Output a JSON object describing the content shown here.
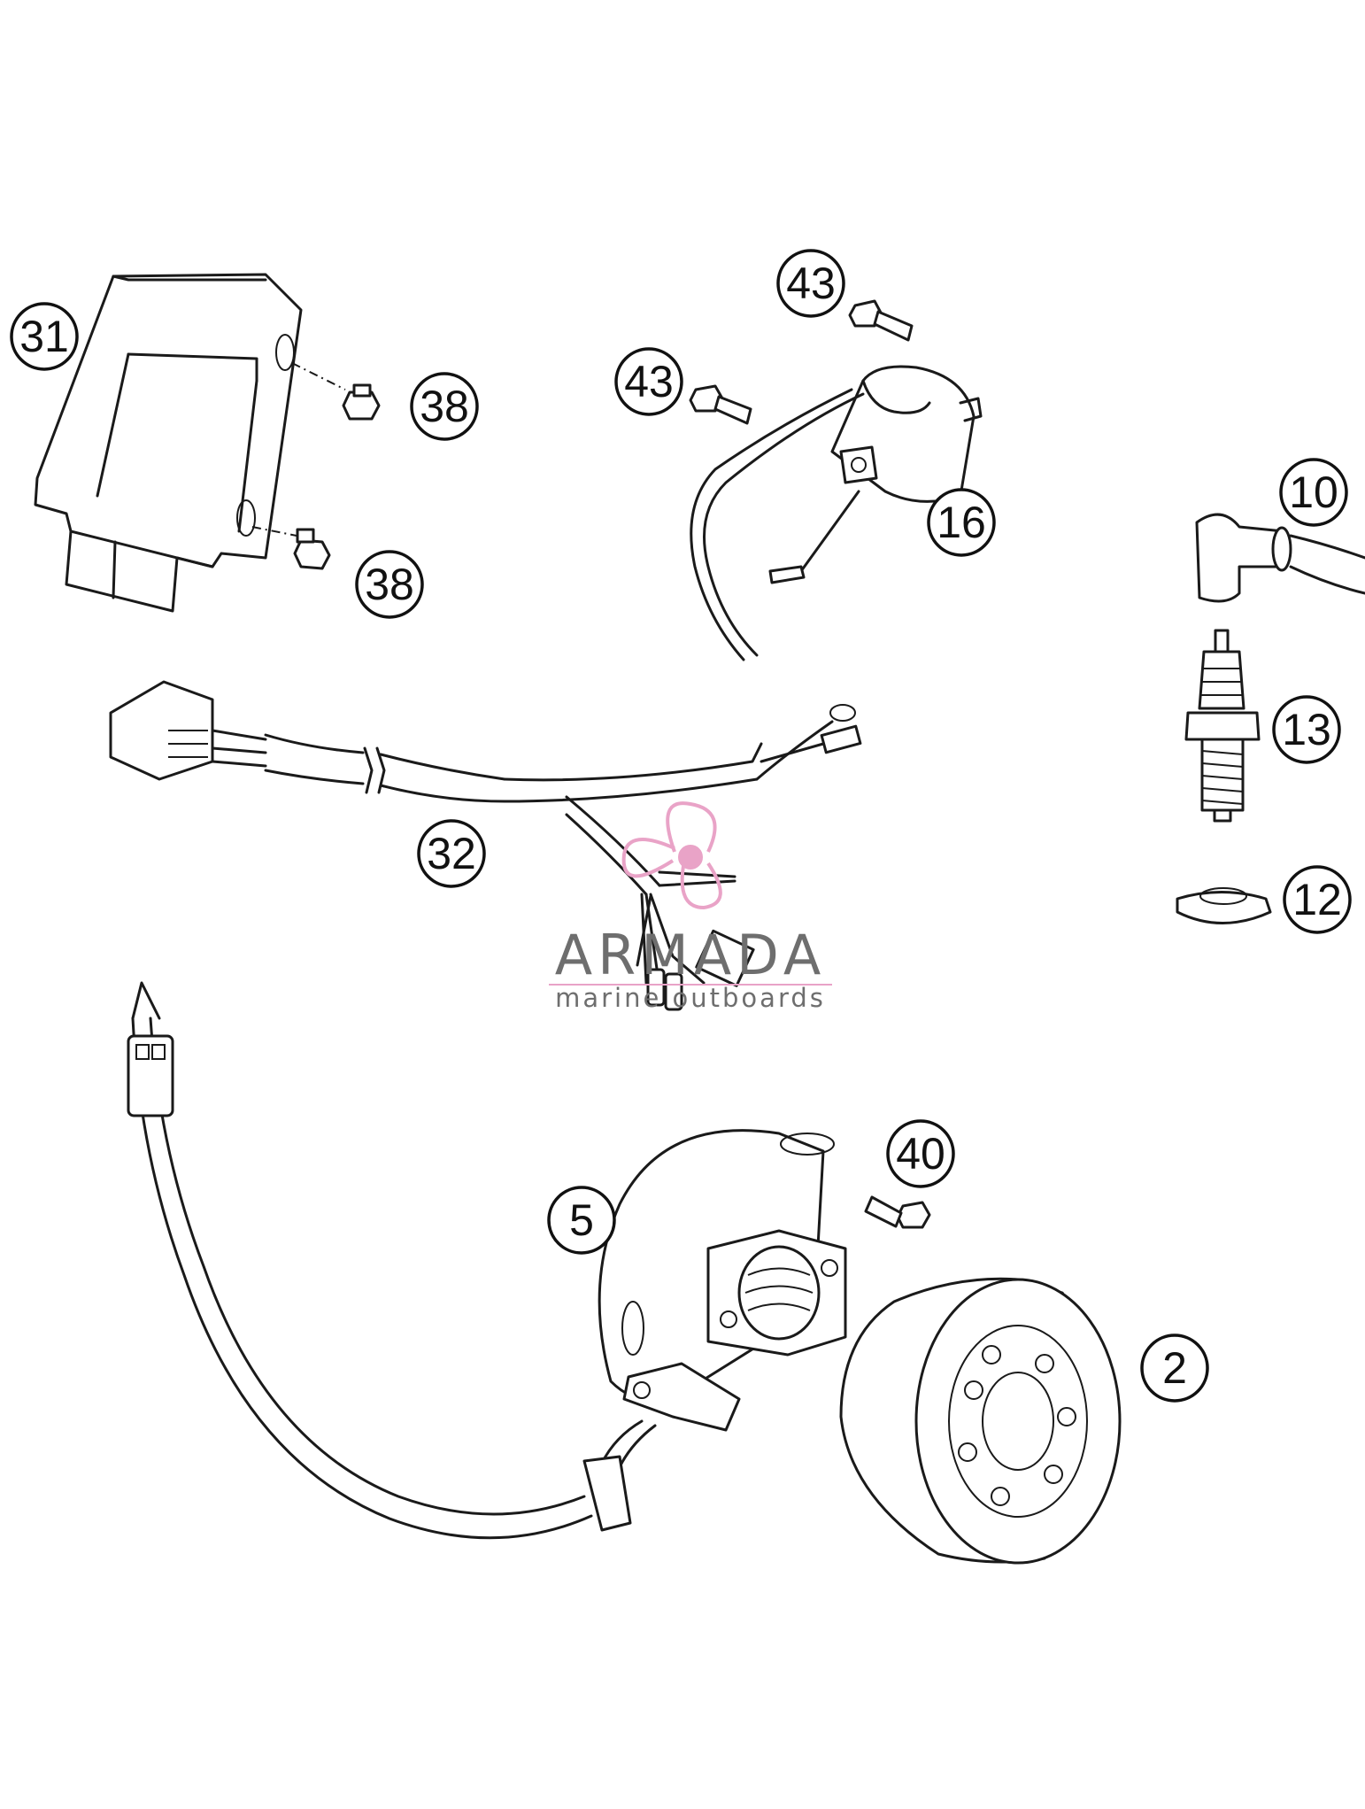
{
  "callouts": {
    "ecu": "31",
    "ecu_bolt_upper": "38",
    "ecu_bolt_lower": "38",
    "coil_bolt_top": "43",
    "coil_bolt_left": "43",
    "ignition_coil": "16",
    "spark_plug_cap": "10",
    "spark_plug": "13",
    "plug_seal": "12",
    "wiring_harness": "32",
    "stator_bolt": "40",
    "stator": "5",
    "rotor": "2"
  },
  "watermark": {
    "name": "ARMADA",
    "tagline": "marine outboards",
    "accent_color": "#e9a3c7",
    "text_color": "#6e6e6e"
  }
}
